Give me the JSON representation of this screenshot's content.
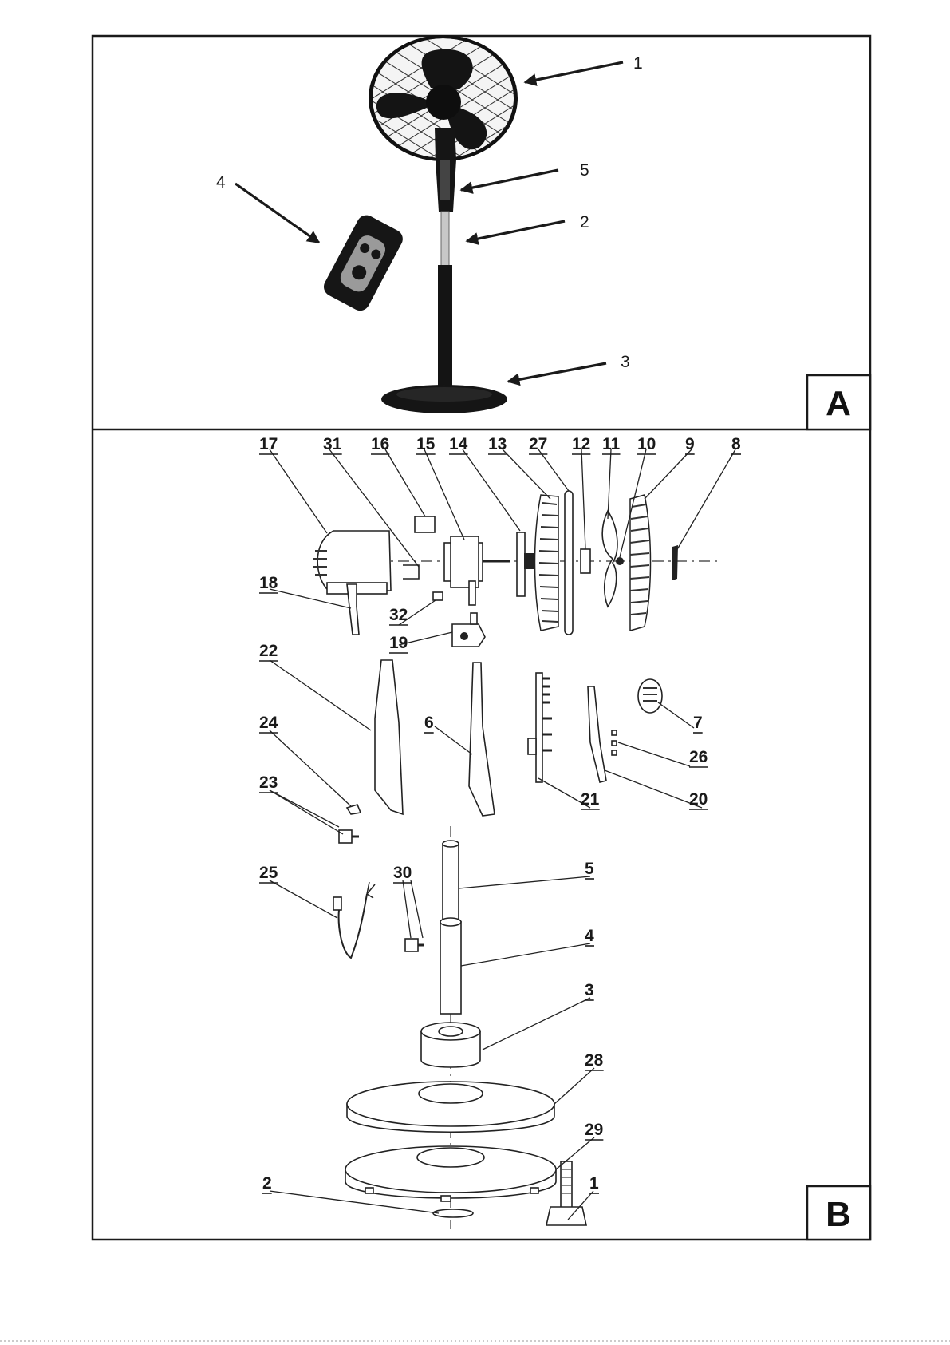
{
  "panel_a": {
    "letter": "A",
    "callouts": [
      "1",
      "2",
      "3",
      "4",
      "5"
    ]
  },
  "panel_b": {
    "letter": "B",
    "callouts": [
      "17",
      "31",
      "16",
      "15",
      "14",
      "13",
      "27",
      "12",
      "11",
      "10",
      "9",
      "8",
      "18",
      "32",
      "19",
      "22",
      "24",
      "6",
      "7",
      "26",
      "21",
      "20",
      "23",
      "25",
      "30",
      "5",
      "4",
      "3",
      "28",
      "29",
      "2",
      "1"
    ]
  }
}
